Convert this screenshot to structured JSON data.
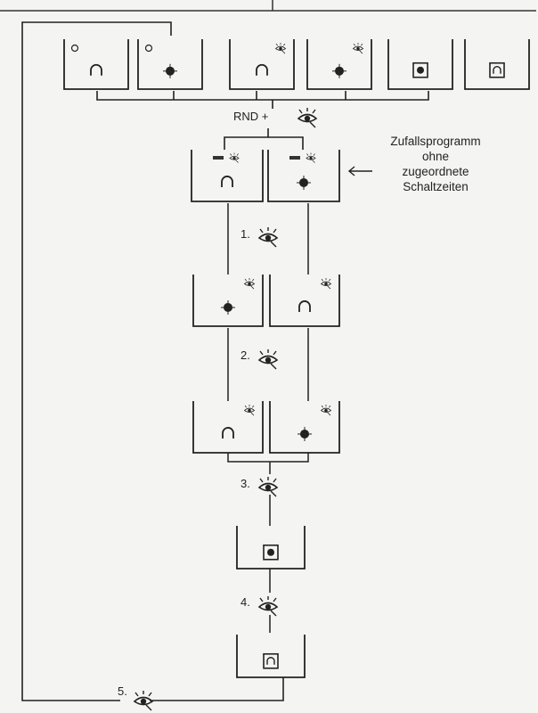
{
  "diagram": {
    "program_row": {
      "displays": [
        {
          "top": "clock",
          "main": "ring"
        },
        {
          "top": "clock",
          "main": "filled"
        },
        {
          "top": "eye",
          "main": "ring"
        },
        {
          "top": "eye",
          "main": "filled"
        },
        {
          "top": "",
          "main": "box-filled"
        },
        {
          "top": "",
          "main": "box-ring"
        }
      ]
    },
    "rnd_step": {
      "label": "RND +",
      "icon": "eye-icon"
    },
    "random_program_note": [
      "Zufallsprogramm",
      "ohne",
      "zugeordnete",
      "Schaltzeiten"
    ],
    "rnd_displays": [
      {
        "top": "rnd-eye",
        "main": "ring"
      },
      {
        "top": "rnd-eye",
        "main": "filled"
      }
    ],
    "steps": [
      {
        "label": "1.",
        "icon": "eye-icon"
      },
      {
        "label": "2.",
        "icon": "eye-icon"
      },
      {
        "label": "3.",
        "icon": "eye-icon"
      },
      {
        "label": "4.",
        "icon": "eye-icon"
      },
      {
        "label": "5.",
        "icon": "eye-icon"
      }
    ],
    "after_step1": [
      {
        "top": "eye",
        "main": "filled"
      },
      {
        "top": "eye",
        "main": "ring"
      }
    ],
    "after_step2": [
      {
        "top": "eye",
        "main": "ring"
      },
      {
        "top": "eye",
        "main": "filled"
      }
    ],
    "after_step3": {
      "top": "",
      "main": "box-filled"
    },
    "after_step4": {
      "top": "",
      "main": "box-ring"
    }
  }
}
